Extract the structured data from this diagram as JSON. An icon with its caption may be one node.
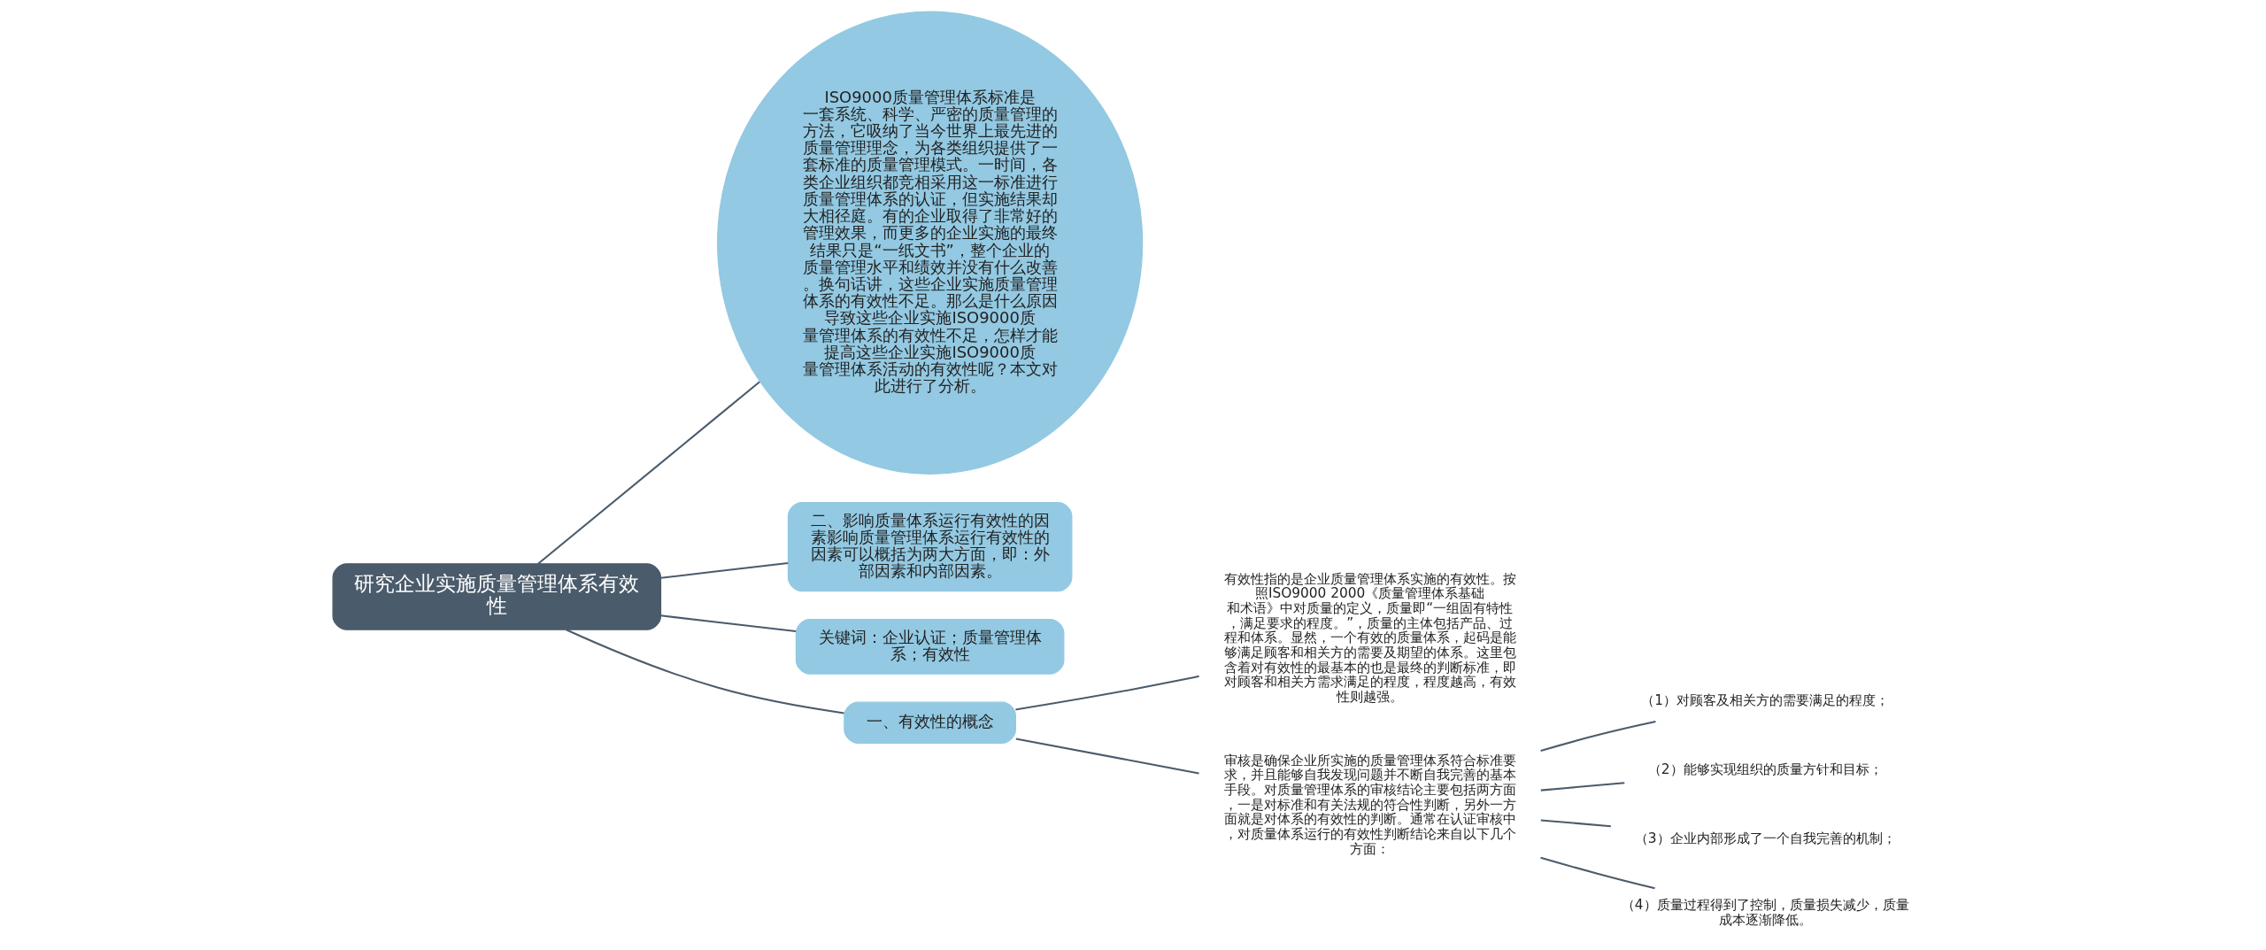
{
  "diagram": {
    "nodes": [
      {
        "text": [
          "研究企业实施质量管理体系有效性"
        ]
      },
      {
        "text": [
          "ISO9000质量管理体系标准是一套系统、科学、严密的质量管理的方法，它吸纳了当今世界上最先进的质量管理理念，为各类组织提供了一套标准的质量管理模式。一时间，各类企业组织都竞相采用这一标准进行质量管理体系的认证，但实施结果却大相径庭。有的企业取得了非常好的管理效果，而更多的企业实施的最终结果只是“一纸文书”，整个企业的质量管理水平和绩效并没有什么改善。换句话讲，这些企业实施质量管理体系的有效性不足。那么是什么原因导致这些企业实施ISO9000质量管理体系的有效性不足，怎样才能提高这些企业实施ISO9000质量管理体系活动的有效性呢？本文对此进行了分析。"
        ]
      },
      {
        "text": [
          "二、影响质量体系运行有效性的因素影响质量管理体系运行有效性的因素可以概括为两大方面，即：外部因素和内部因素。"
        ]
      },
      {
        "text": [
          "关键词：企业认证；质量管理体系；有效性"
        ]
      },
      {
        "text": [
          "一、有效性的概念"
        ]
      },
      {
        "text": [
          "有效性指的是企业质量管理体系实施的有效性。按照ISO9000 2000《质量管理体系基础和术语》中对质量的定义，质量即“一组固有特性，满足要求的程度。”，质量的主体包括产品、过程和体系。显然，一个有效的质量体系，起码是能够满足顾客和相关方的需要及期望的体系。这里包含着对有效性的最基本的也是最终的判断标准，即对顾客和相关方需求满足的程度，程度越高，有效性则越强。"
        ]
      },
      {
        "text": [
          "审核是确保企业所实施的质量管理体系符合标准要求，并且能够自我发现问题并不断自我完善的基本手段。对质量管理体系的审核结论主要包括两方面，一是对标准和有关法规的符合性判断，另外一方面就是对体系的有效性的判断。通常在认证审核中，对质量体系运行的有效性判断结论来自以下几个方面："
        ]
      },
      {
        "text": [
          "（1）对顾客及相关方的需要满足的程度；"
        ]
      },
      {
        "text": [
          "（2）能够实现组织的质量方针和目标；"
        ]
      },
      {
        "text": [
          "（3）企业内部形成了一个自我完善的机制；"
        ]
      },
      {
        "text": [
          "（4）质量过程得到了控制，质量损失减少，质量成本逐渐降低。"
        ]
      }
    ],
    "edges": [
      {
        "from": 0,
        "to": 1,
        "arrow": "none"
      },
      {
        "from": 0,
        "to": 2,
        "arrow": "none"
      },
      {
        "from": 0,
        "to": 3,
        "arrow": "none"
      },
      {
        "from": 0,
        "to": 4,
        "arrow": "none"
      },
      {
        "from": 4,
        "to": 5,
        "arrow": "none"
      },
      {
        "from": 4,
        "to": 6,
        "arrow": "none"
      },
      {
        "from": 6,
        "to": 7,
        "arrow": "none"
      },
      {
        "from": 6,
        "to": 8,
        "arrow": "none"
      },
      {
        "from": 6,
        "to": 9,
        "arrow": "none"
      },
      {
        "from": 6,
        "to": 10,
        "arrow": "none"
      }
    ]
  }
}
